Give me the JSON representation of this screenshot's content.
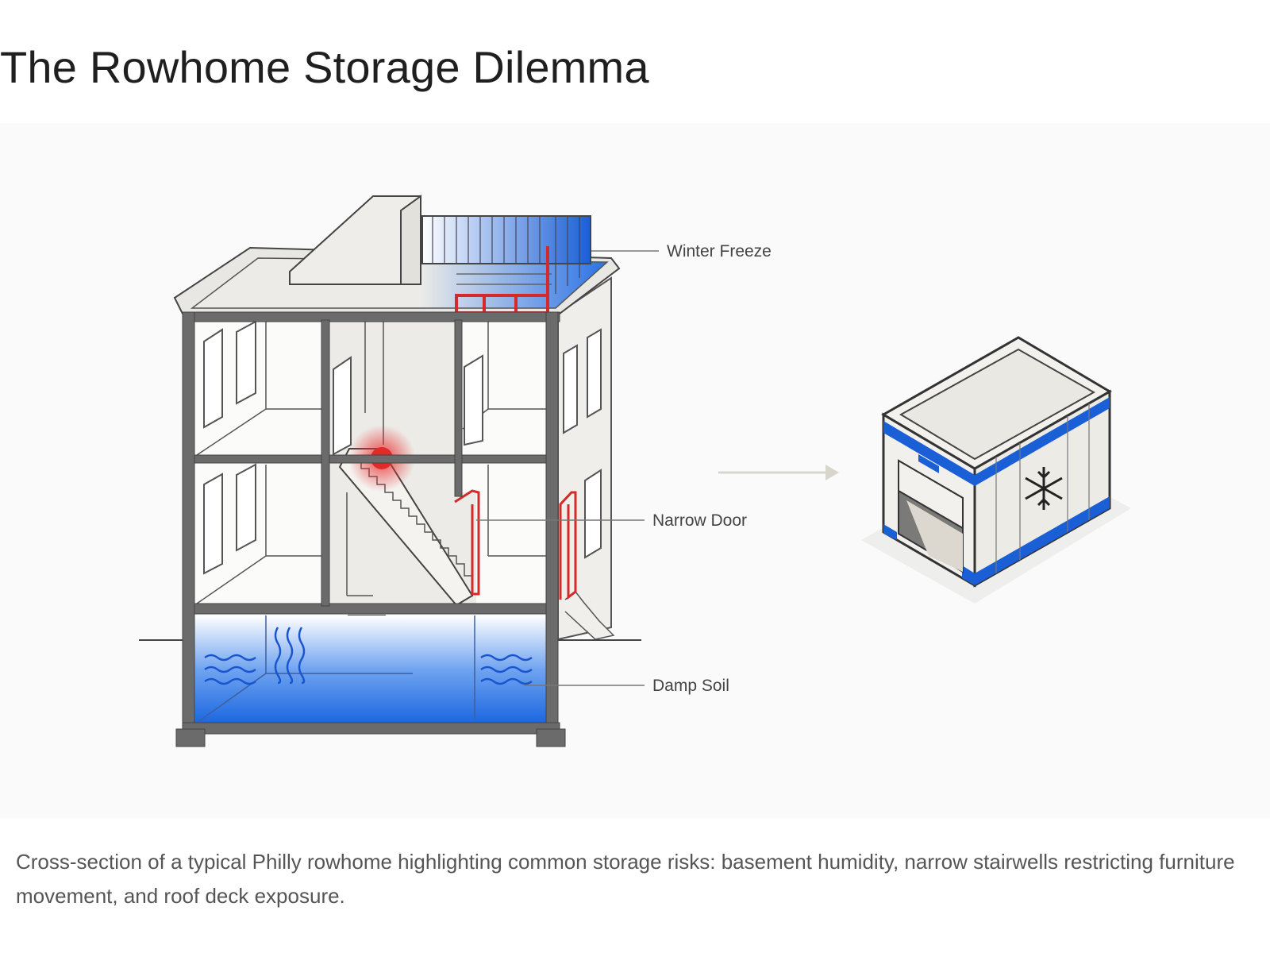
{
  "page": {
    "title": "The Rowhome Storage Dilemma"
  },
  "figure": {
    "callouts": {
      "winter_freeze": "Winter Freeze",
      "narrow_door": "Narrow Door",
      "damp_soil": "Damp Soil"
    },
    "icons": [
      "rowhome-cross-section",
      "arrow-right-icon",
      "storage-unit",
      "snowflake-icon"
    ],
    "colors": {
      "risk_blue": "#1a66e0",
      "risk_red": "#d42a2a",
      "wall_gray": "#6b6b6b"
    }
  },
  "caption": {
    "text": "Cross-section of a typical Philly rowhome highlighting common storage risks: basement humidity, narrow stairwells restricting furniture movement, and roof deck exposure."
  }
}
